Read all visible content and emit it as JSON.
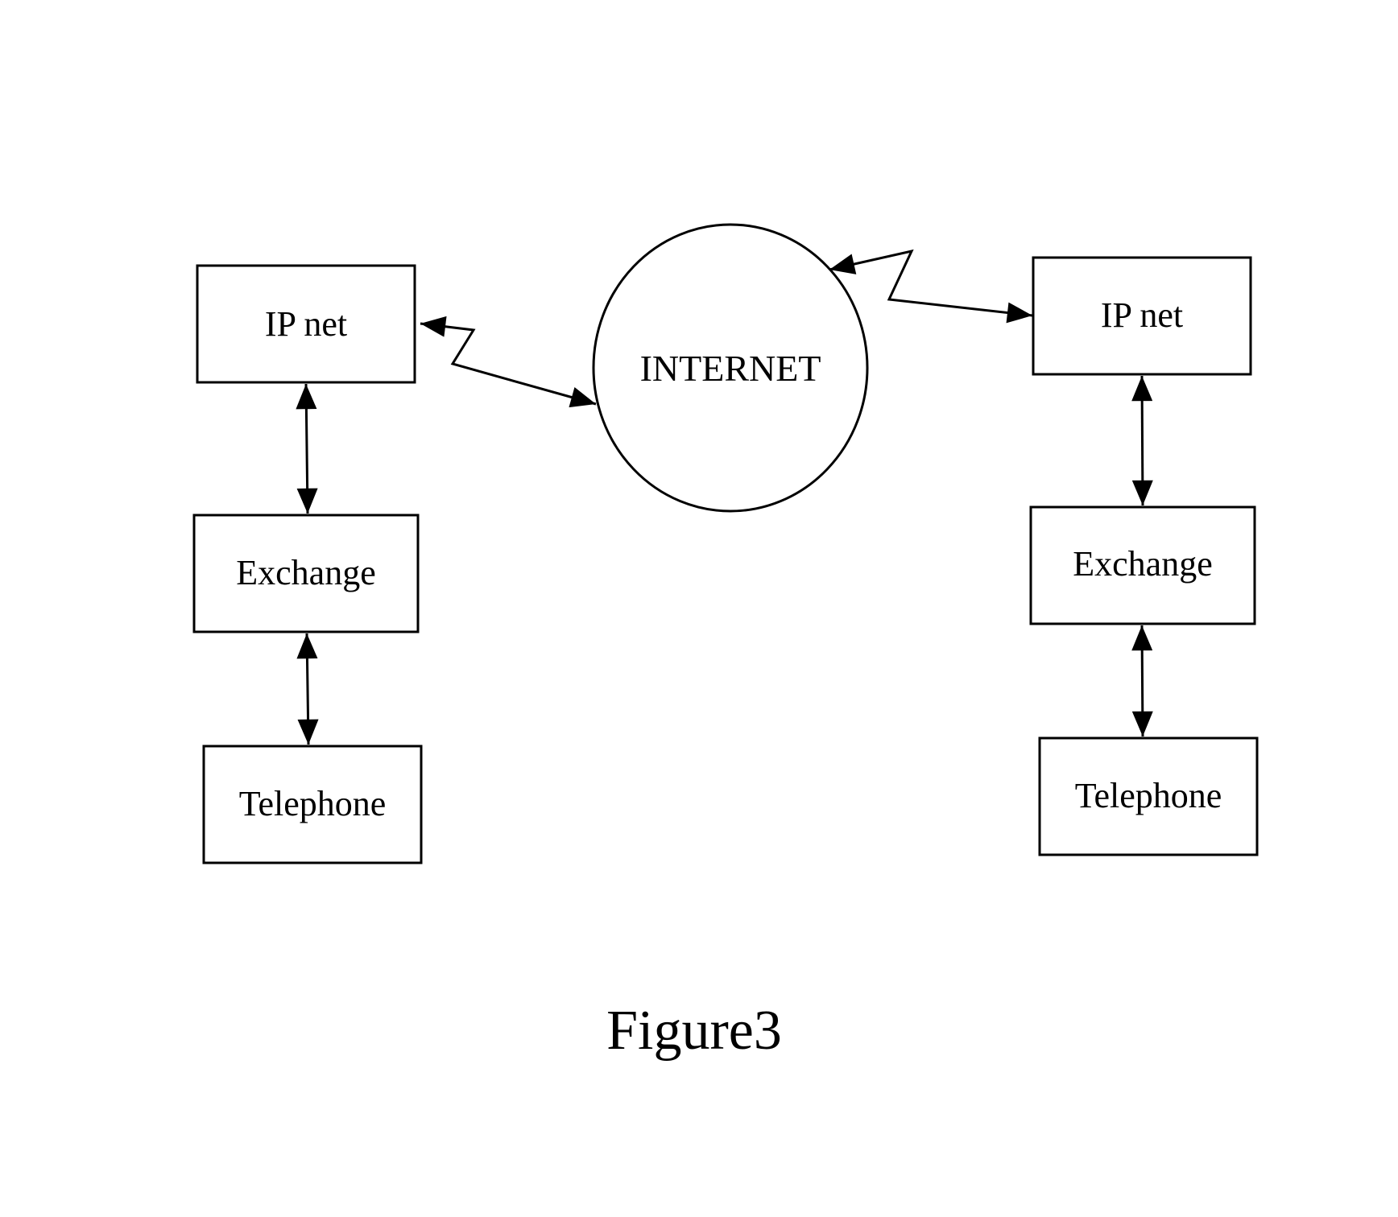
{
  "left_stack": {
    "ip_net": "IP net",
    "exchange": "Exchange",
    "telephone": "Telephone"
  },
  "right_stack": {
    "ip_net": "IP net",
    "exchange": "Exchange",
    "telephone": "Telephone"
  },
  "internet": {
    "label": "INTERNET"
  },
  "caption": "Figure3"
}
